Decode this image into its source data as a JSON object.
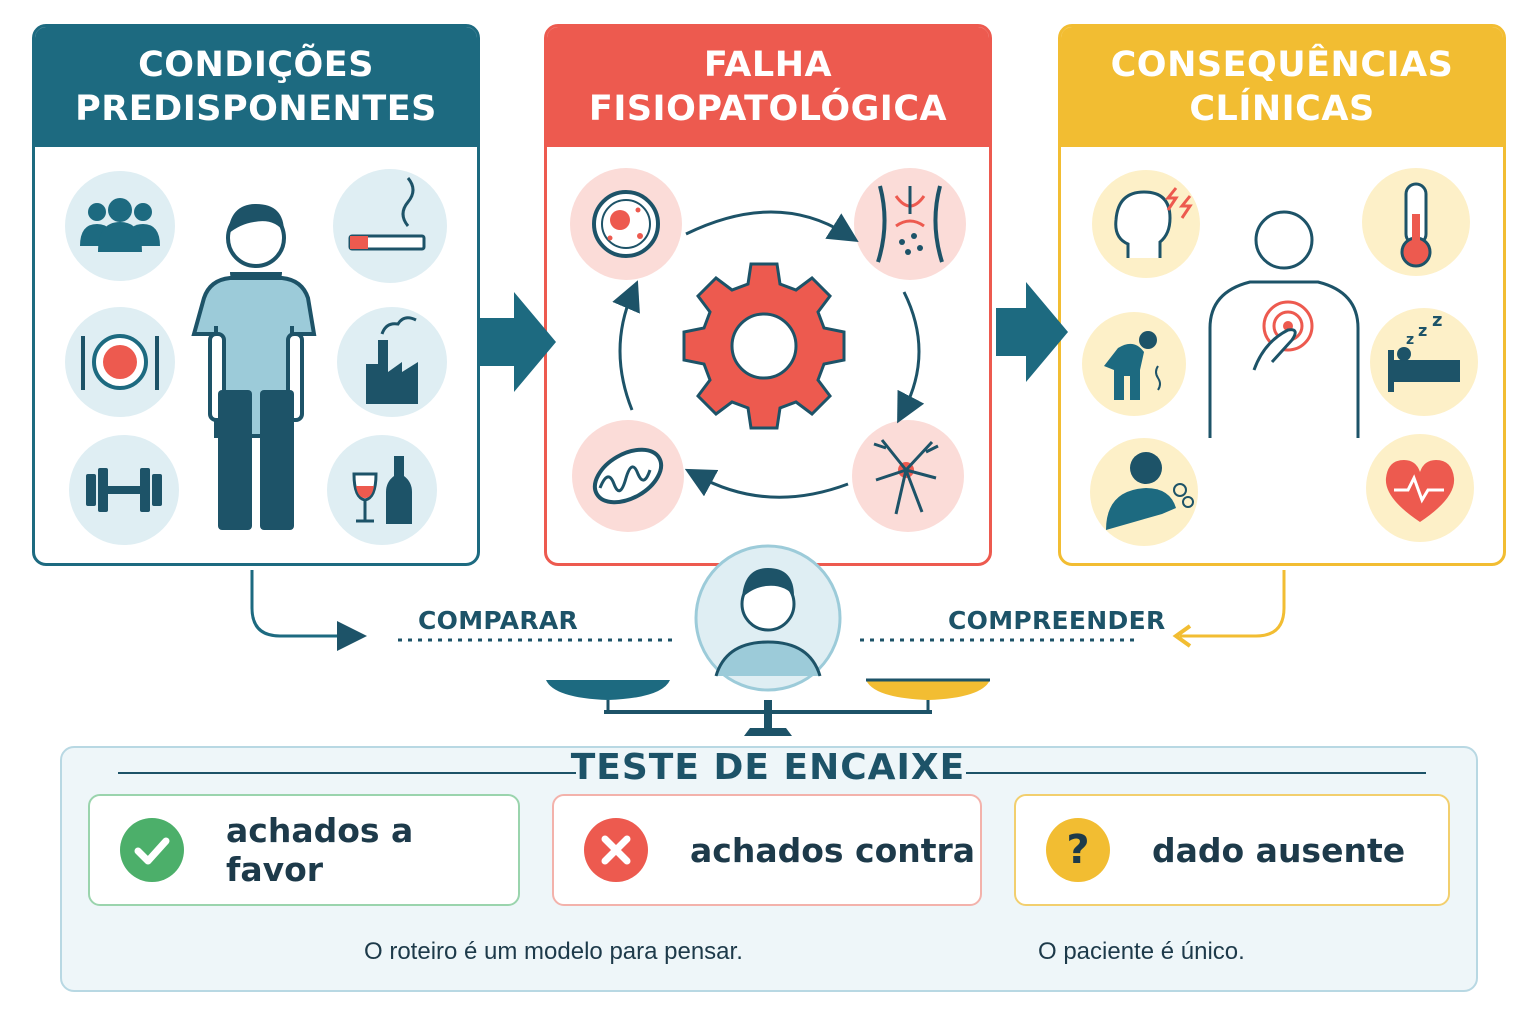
{
  "panels": [
    {
      "title_l1": "CONDIÇÕES",
      "title_l2": "PREDISPONENTES",
      "color": "#1d6a80"
    },
    {
      "title_l1": "FALHA",
      "title_l2": "FISIOPATOLÓGICA",
      "color": "#ed5a4f"
    },
    {
      "title_l1": "CONSEQUÊNCIAS",
      "title_l2": "CLÍNICAS",
      "color": "#f2bd32"
    }
  ],
  "connectors": {
    "compare_label": "COMPARAR",
    "understand_label": "COMPREENDER"
  },
  "test": {
    "title": "TESTE DE ENCAIXE",
    "items": [
      {
        "label": "achados a favor",
        "color": "#4caf6a"
      },
      {
        "label": "achados contra",
        "color": "#ed5a4f"
      },
      {
        "label": "dado ausente",
        "color": "#f2bd32"
      }
    ],
    "note_left": "O roteiro é um modelo para pensar.",
    "note_right": "O paciente é único."
  },
  "icons": [
    "group-icon",
    "cigarette-icon",
    "plate-icon",
    "factory-icon",
    "dumbbell-icon",
    "wine-bottle-icon",
    "standing-person-icon",
    "cell-icon",
    "vessel-icon",
    "gear-icon",
    "mitochondria-icon",
    "neuron-icon",
    "headache-icon",
    "thermometer-icon",
    "chest-pain-icon",
    "fatigue-icon",
    "sleep-icon",
    "cough-icon",
    "heart-pulse-icon",
    "patient-avatar-icon",
    "balance-scale-icon",
    "check-icon",
    "cross-icon",
    "question-icon",
    "brain-icon",
    "person-icon"
  ]
}
